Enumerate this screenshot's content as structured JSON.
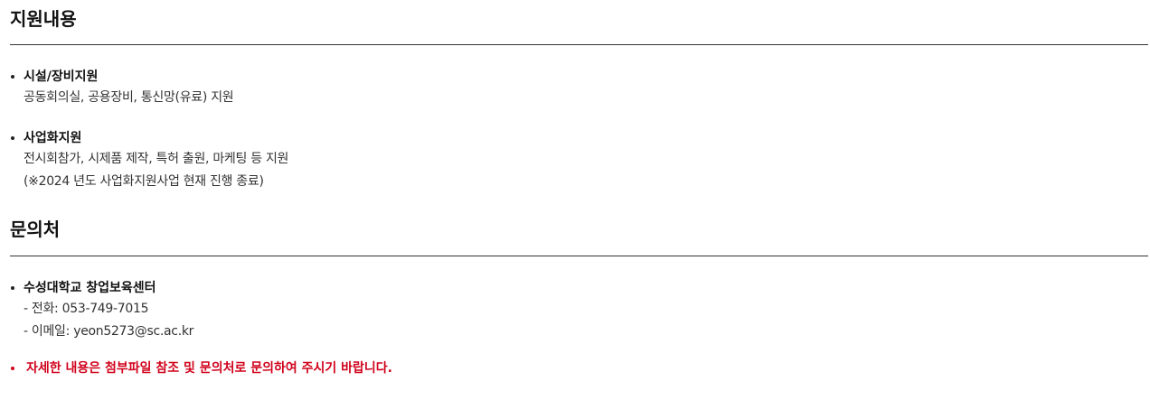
{
  "support": {
    "title": "지원내용",
    "items": [
      {
        "title": "시설/장비지원",
        "lines": [
          "공동회의실, 공용장비, 통신망(유료) 지원"
        ]
      },
      {
        "title": "사업화지원",
        "lines": [
          "전시회참가, 시제품 제작, 특허 출원, 마케팅 등 지원",
          "(※2024 년도 사업화지원사업 현재 진행 종료)"
        ]
      }
    ]
  },
  "contact": {
    "title": "문의처",
    "items": [
      {
        "title": "수성대학교 창업보육센터",
        "lines": [
          "- 전화: 053-749-7015",
          "- 이메일: yeon5273@sc.ac.kr"
        ]
      }
    ]
  },
  "notice": {
    "text": "자세한 내용은 첨부파일 참조 및 문의처로 문의하여 주시기 바랍니다.",
    "color": "#d0021b"
  }
}
